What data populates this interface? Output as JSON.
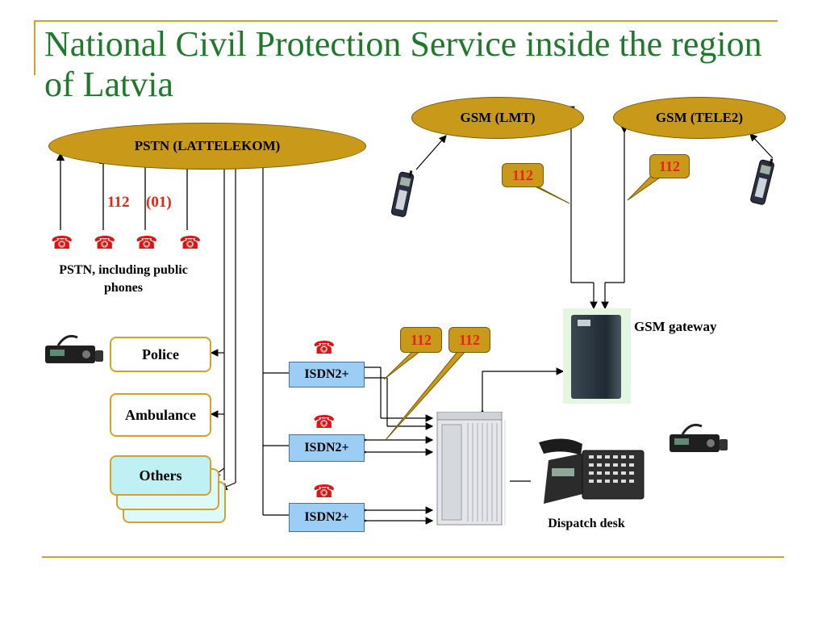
{
  "title": "National Civil Protection Service inside the region of Latvia",
  "nodes": {
    "pstn": "PSTN (LATTELEKOM)",
    "gsm_lmt": "GSM (LMT)",
    "gsm_tele2": "GSM (TELE2)",
    "gsm_gateway": "GSM gateway",
    "dispatch_desk": "Dispatch desk",
    "pstn_phones_label": "PSTN, including public phones",
    "police": "Police",
    "ambulance": "Ambulance",
    "others": "Others",
    "isdn": [
      "ISDN2+",
      "ISDN2+",
      "ISDN2+"
    ]
  },
  "numbers": {
    "pstn_112": "112",
    "pstn_01": "(01)",
    "gsm_lmt_112": "112",
    "gsm_tele2_112": "112",
    "isdn_112_a": "112",
    "isdn_112_b": "112"
  },
  "colors": {
    "title": "#1e7a2a",
    "accent_line": "#d5a12a",
    "ellipse_fill": "#c9991a",
    "emergency_number": "#e8230f",
    "isdn_fill": "#9ccdf4"
  },
  "icons": {
    "pstn_phones": [
      "telephone-icon",
      "telephone-icon",
      "telephone-icon",
      "telephone-icon"
    ],
    "isdn_phones": [
      "telephone-icon",
      "telephone-icon",
      "telephone-icon"
    ]
  }
}
